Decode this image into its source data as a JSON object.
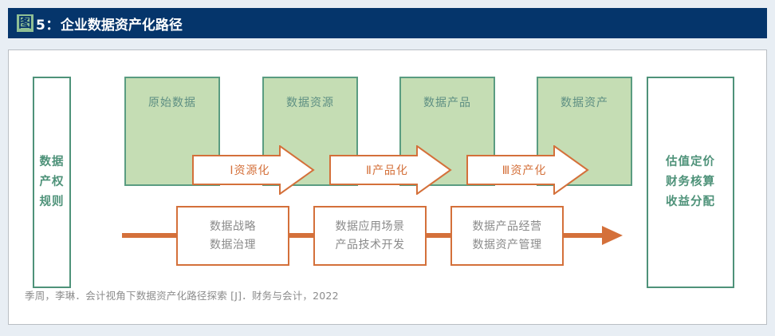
{
  "header": {
    "fig_tag": "图",
    "fig_number": "5：",
    "title": "企业数据资产化路径"
  },
  "colors": {
    "header_bg": "#05356b",
    "fig_tag_bg": "#8fbf94",
    "page_bg": "#e8eef4",
    "panel_bg": "#ffffff",
    "panel_border": "#b9bec4",
    "green_fill": "#c5ddb4",
    "green_border": "#5a9c81",
    "green_text": "#5e8f83",
    "side_border": "#4e9279",
    "side_text": "#4e9279",
    "orange": "#d4703a",
    "task_text": "#8a8a8a",
    "footnote_text": "#8c8c8c"
  },
  "left_box": {
    "lines": [
      "数据",
      "产权",
      "规则"
    ]
  },
  "right_box": {
    "lines": [
      "估值定价",
      "财务核算",
      "收益分配"
    ]
  },
  "stages": [
    {
      "label": "原始数据"
    },
    {
      "label": "数据资源"
    },
    {
      "label": "数据产品"
    },
    {
      "label": "数据资产"
    }
  ],
  "transitions": [
    {
      "label": "Ⅰ资源化"
    },
    {
      "label": "Ⅱ产品化"
    },
    {
      "label": "Ⅲ资产化"
    }
  ],
  "tasks": [
    {
      "lines": [
        "数据战略",
        "数据治理"
      ]
    },
    {
      "lines": [
        "数据应用场景",
        "产品技术开发"
      ]
    },
    {
      "lines": [
        "数据产品经营",
        "数据资产管理"
      ]
    }
  ],
  "footnote": {
    "text": "季周，李琳．会计视角下数据资产化路径探索 [J]．财务与会计，2022"
  }
}
